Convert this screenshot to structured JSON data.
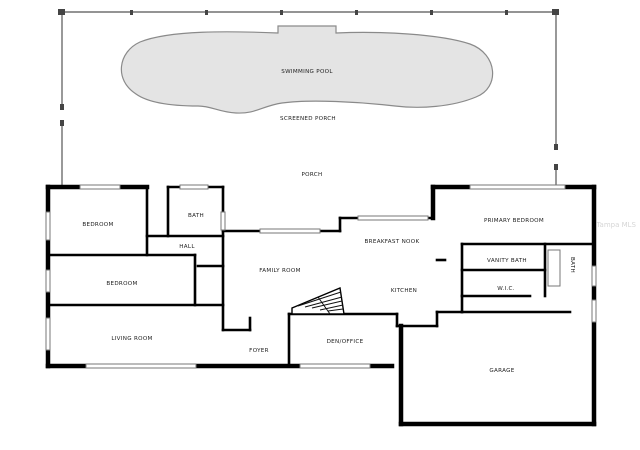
{
  "rooms": {
    "swimming_pool": "SWIMMING POOL",
    "screened_porch": "SCREENED PORCH",
    "porch": "PORCH",
    "bedroom_1": "BEDROOM",
    "bath": "BATH",
    "hall": "HALL",
    "bedroom_2": "BEDROOM",
    "living_room": "LIVING ROOM",
    "foyer": "FOYER",
    "family_room": "FAMILY ROOM",
    "breakfast_nook": "BREAKFAST NOOK",
    "kitchen": "KITCHEN",
    "den_office": "DEN/OFFICE",
    "primary_bedroom": "PRIMARY BEDROOM",
    "vanity_bath": "VANITY BATH",
    "wic": "W.I.C.",
    "bath_2": "BATH",
    "garage": "GARAGE"
  },
  "watermark": "Tampa MLS",
  "colors": {
    "wall": "#000000",
    "pool_fill": "#e4e4e4",
    "pool_outline": "#8a8a8a",
    "screen": "#555555",
    "background": "#ffffff"
  }
}
